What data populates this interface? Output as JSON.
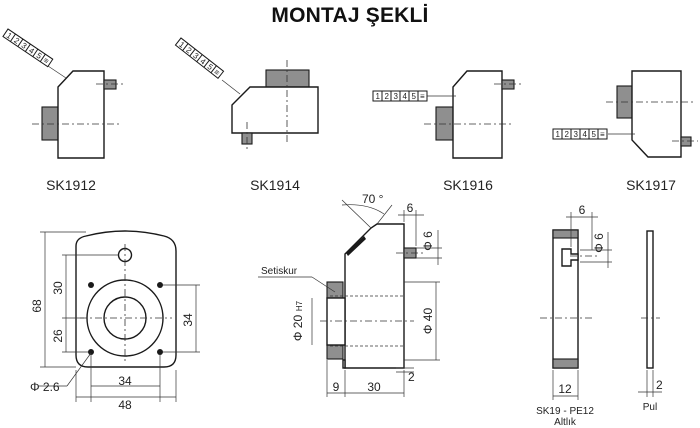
{
  "title": "MONTAJ ŞEKLİ",
  "scale_digits": [
    "1",
    "2",
    "3",
    "4",
    "5",
    "≡"
  ],
  "views": [
    {
      "name": "SK1912"
    },
    {
      "name": "SK1914"
    },
    {
      "name": "SK1916"
    },
    {
      "name": "SK1917"
    }
  ],
  "front_view": {
    "dims": {
      "height_total": "68",
      "upper": "30",
      "lower": "26",
      "right": "34",
      "hole_dia": "Φ 2.6",
      "width_inner": "34",
      "width_total": "48"
    }
  },
  "side_view": {
    "angle": "70 °",
    "setiskur": "Setiskur",
    "dims": {
      "top_width": "6",
      "shaft_dia": "Φ 6",
      "bore": "Φ 20",
      "bore_tol": "H7",
      "body_dia": "Φ 40",
      "depth_left": "9",
      "depth_main": "30",
      "bottom": "2"
    }
  },
  "base_view": {
    "dims": {
      "top": "6",
      "shaft_dia": "Φ 6",
      "width": "12"
    },
    "caption_line1": "SK19  - PE12",
    "caption_line2": "Altlık"
  },
  "washer_view": {
    "dims": {
      "thickness": "2"
    },
    "caption": "Pul"
  }
}
